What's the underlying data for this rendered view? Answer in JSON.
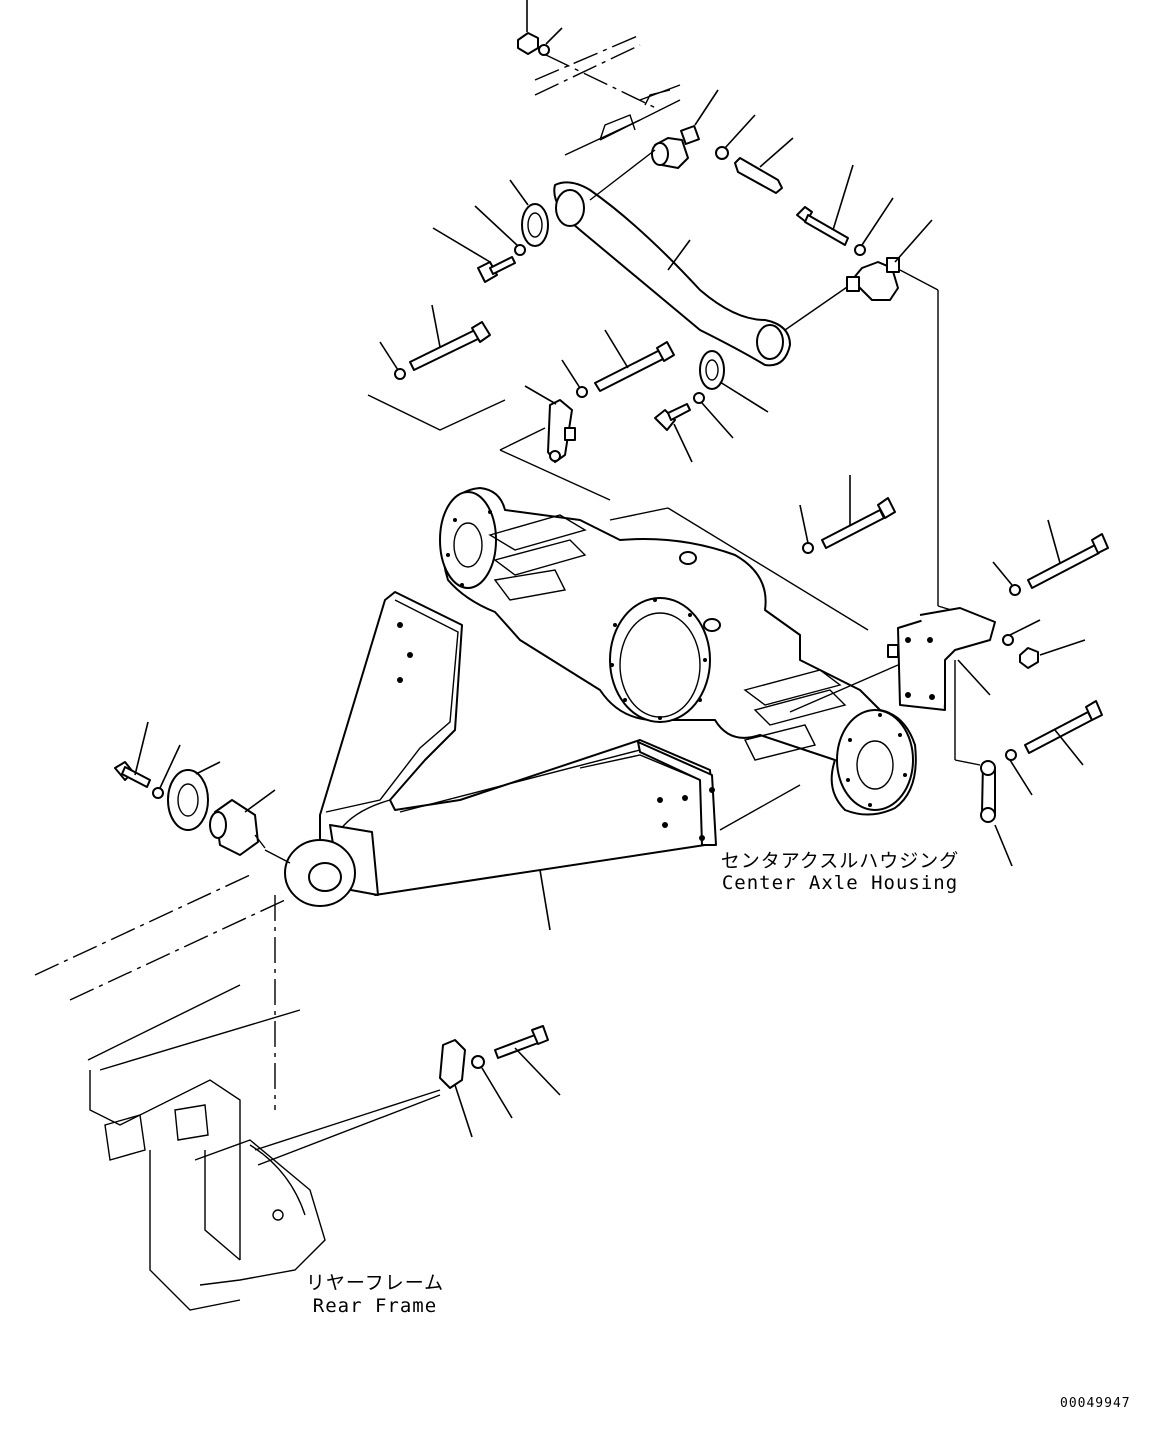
{
  "labels": {
    "center_axle_jp": "センタアクスルハウジング",
    "center_axle_en": "Center Axle Housing",
    "rear_frame_jp": "リヤーフレーム",
    "rear_frame_en": "Rear Frame"
  },
  "drawing_number": "00049947"
}
